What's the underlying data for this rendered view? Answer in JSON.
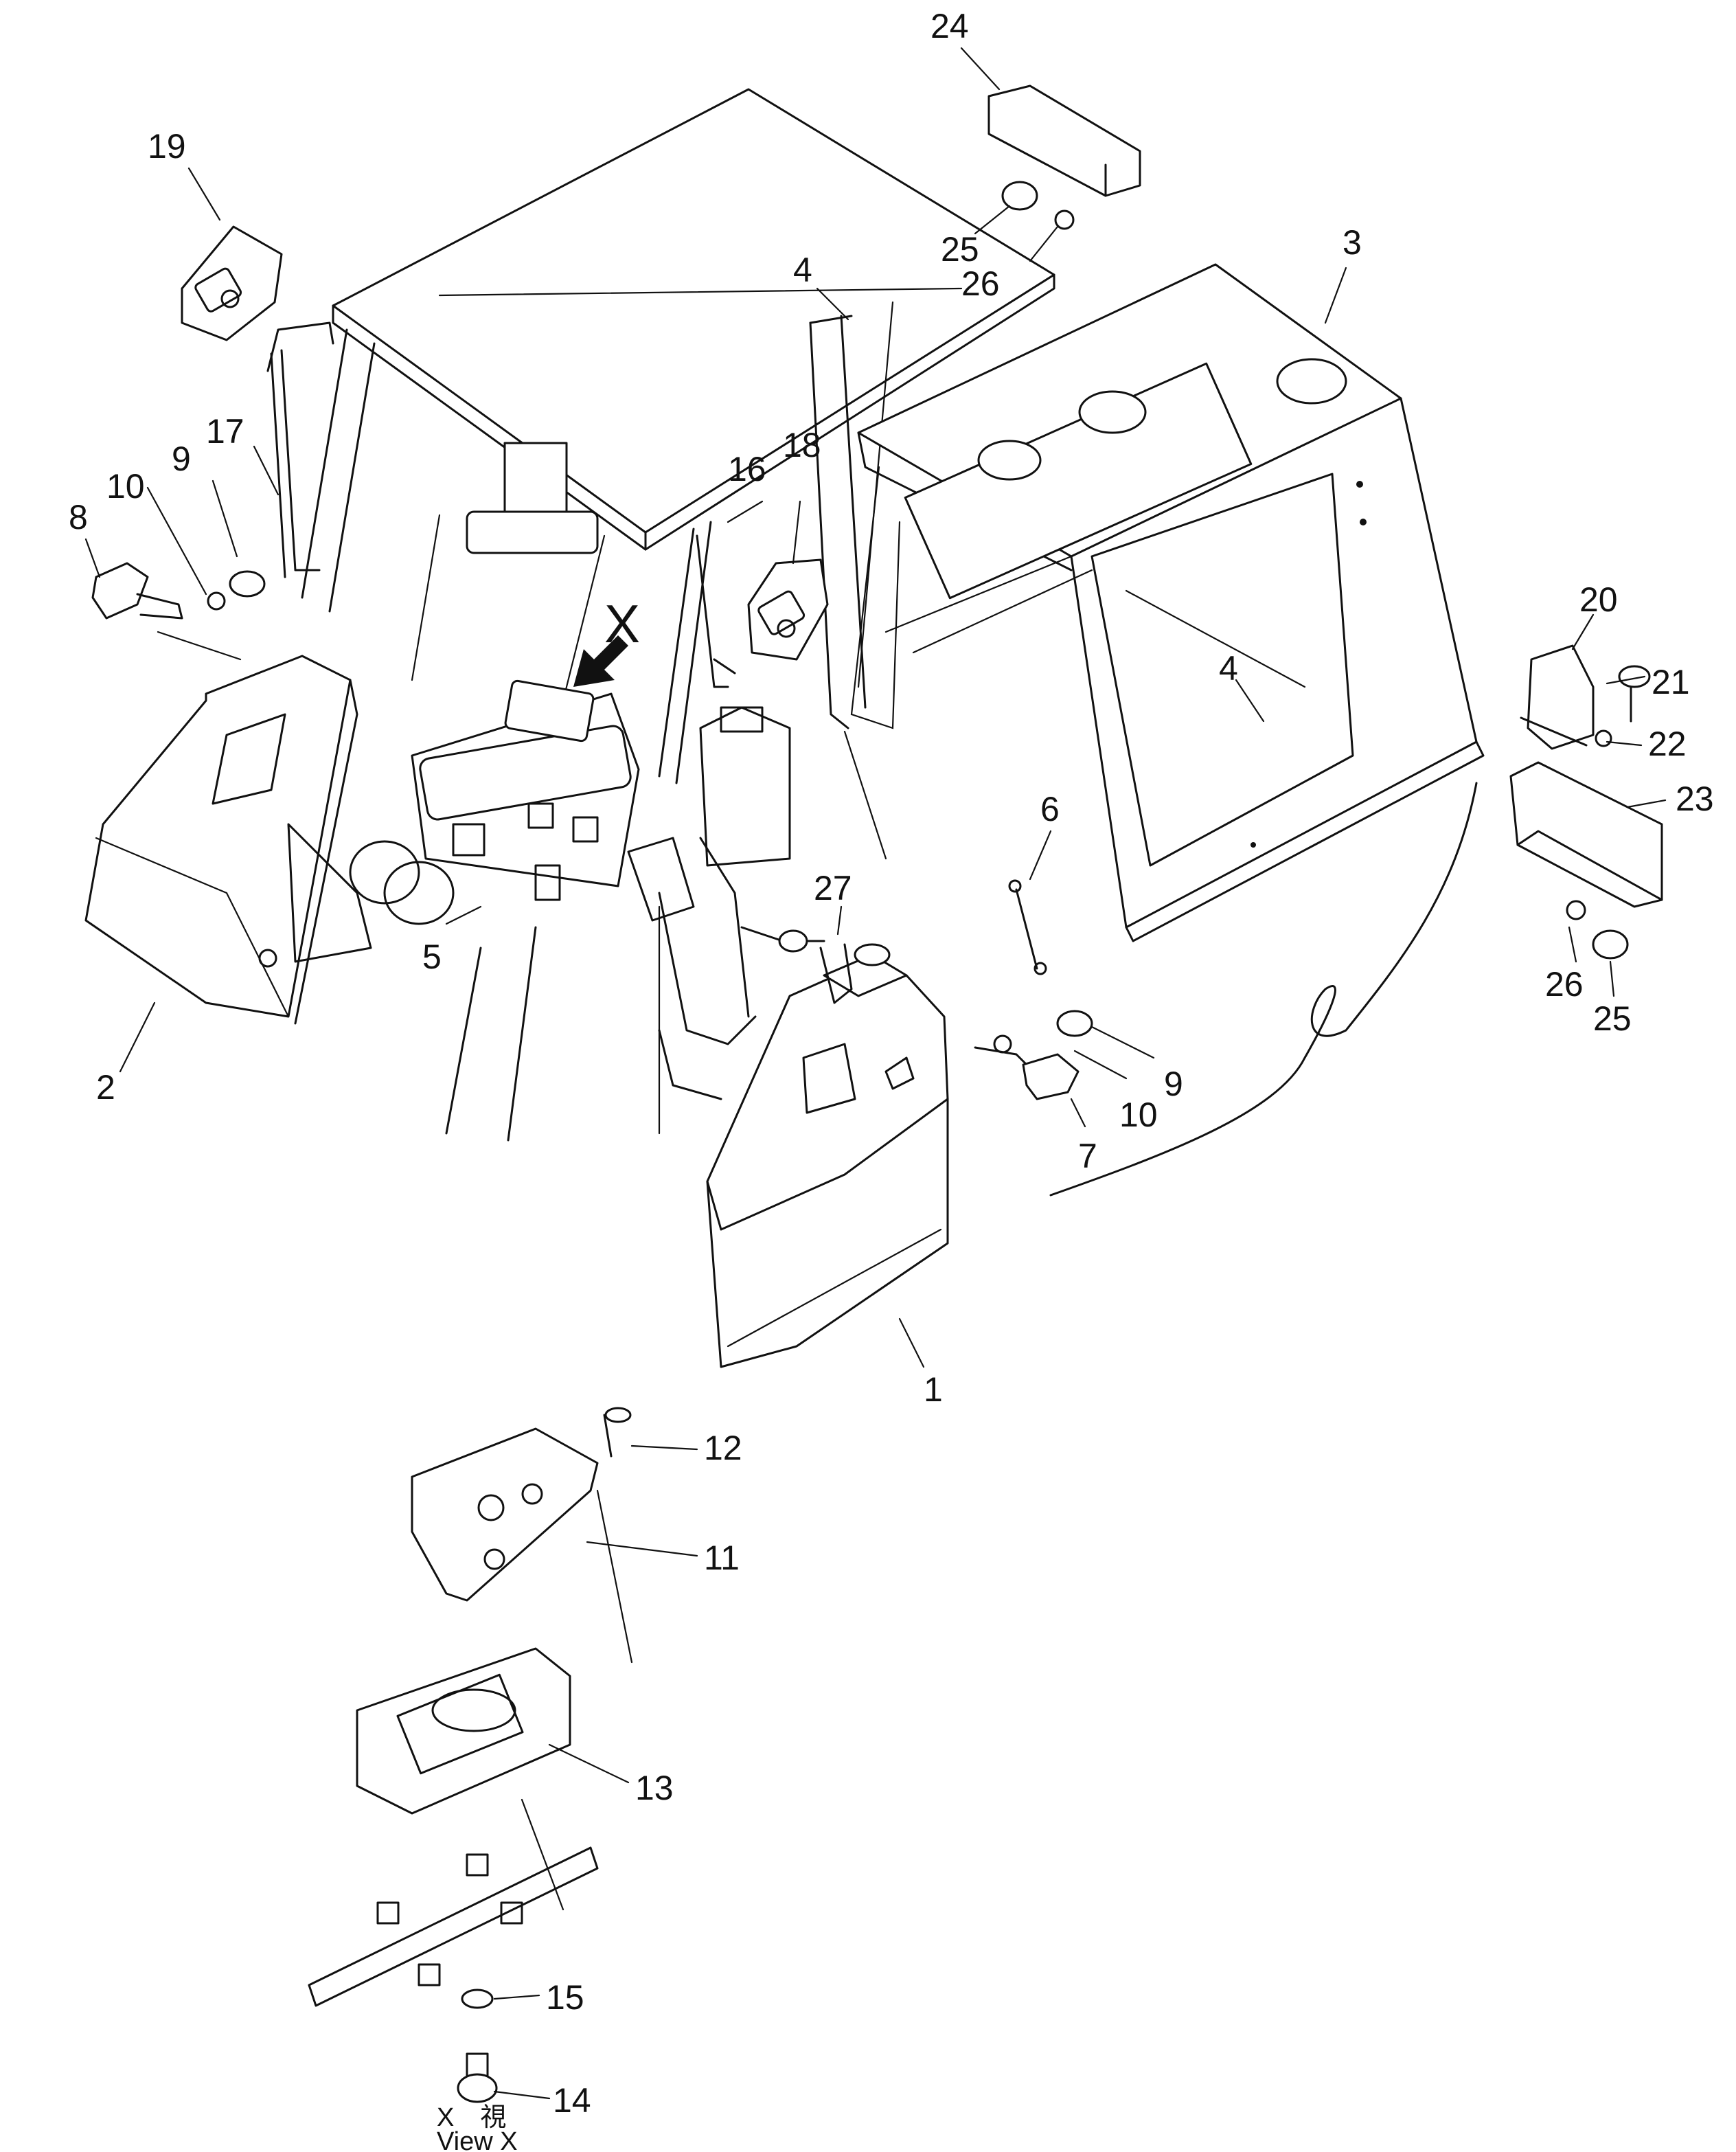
{
  "diagram": {
    "view_mark": "X",
    "caption_line1": "X　視",
    "caption_line2": "View X"
  },
  "callouts": [
    {
      "id": "c24",
      "label": "24"
    },
    {
      "id": "c19",
      "label": "19"
    },
    {
      "id": "c3",
      "label": "3"
    },
    {
      "id": "c25a",
      "label": "25"
    },
    {
      "id": "c26a",
      "label": "26"
    },
    {
      "id": "c4a",
      "label": "4"
    },
    {
      "id": "c17",
      "label": "17"
    },
    {
      "id": "c9a",
      "label": "9"
    },
    {
      "id": "c10a",
      "label": "10"
    },
    {
      "id": "c8",
      "label": "8"
    },
    {
      "id": "c16",
      "label": "16"
    },
    {
      "id": "c18",
      "label": "18"
    },
    {
      "id": "c20",
      "label": "20"
    },
    {
      "id": "c21",
      "label": "21"
    },
    {
      "id": "c4b",
      "label": "4"
    },
    {
      "id": "c22",
      "label": "22"
    },
    {
      "id": "c23",
      "label": "23"
    },
    {
      "id": "c6",
      "label": "6"
    },
    {
      "id": "c27",
      "label": "27"
    },
    {
      "id": "c5",
      "label": "5"
    },
    {
      "id": "c26b",
      "label": "26"
    },
    {
      "id": "c25b",
      "label": "25"
    },
    {
      "id": "c2",
      "label": "2"
    },
    {
      "id": "c9b",
      "label": "9"
    },
    {
      "id": "c10b",
      "label": "10"
    },
    {
      "id": "c7",
      "label": "7"
    },
    {
      "id": "c1",
      "label": "1"
    },
    {
      "id": "c12",
      "label": "12"
    },
    {
      "id": "c11",
      "label": "11"
    },
    {
      "id": "c13",
      "label": "13"
    },
    {
      "id": "c15",
      "label": "15"
    },
    {
      "id": "c14",
      "label": "14"
    }
  ]
}
